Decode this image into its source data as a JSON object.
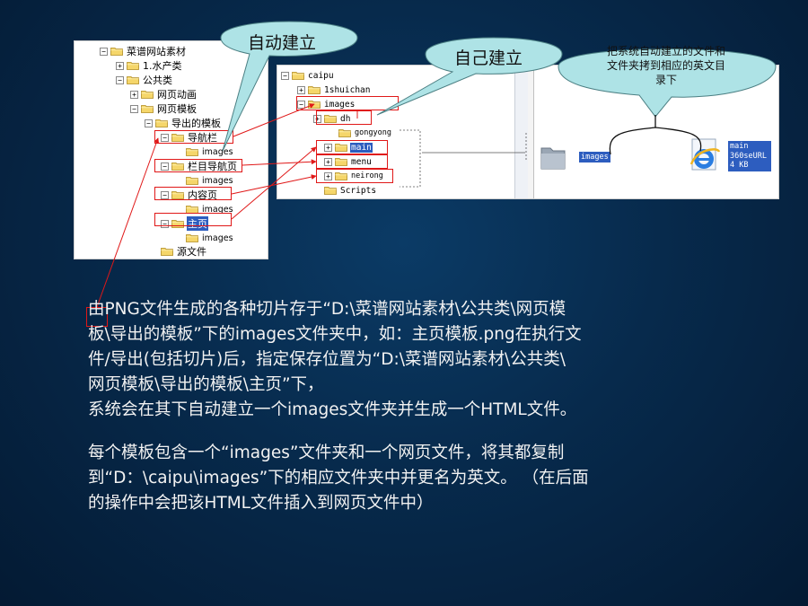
{
  "callouts": {
    "auto_build": "自动建立",
    "self_build": "自己建立",
    "copy_note": [
      "把系统自动建立的文件和",
      "文件夹拷到相应的英文目",
      "录下"
    ]
  },
  "tree_left": {
    "root": "菜谱网站素材",
    "items": [
      "1.水产类",
      "公共类",
      "网页动画",
      "网页模板",
      "导出的模板",
      "导航栏",
      "images",
      "栏目导航页",
      "images",
      "内容页",
      "images",
      "主页",
      "images",
      "源文件"
    ]
  },
  "tree_right": {
    "root": "caipu",
    "items": [
      "1shuichan",
      "images",
      "dh",
      "gongyong",
      "main",
      "menu",
      "neirong",
      "Scripts"
    ]
  },
  "explorer_icons": {
    "folder_label": "images",
    "file_label": [
      "main",
      "360seURL",
      "4 KB"
    ]
  },
  "paragraph1": [
    "由PNG文件生成的各种切片存于“D:\\菜谱网站素材\\公共类\\网页模",
    "板\\导出的模板”下的images文件夹中，如：主页模板.png在执行文",
    "件/导出(包括切片)后，指定保存位置为“D:\\菜谱网站素材\\公共类\\",
    "网页模板\\导出的模板\\主页”下，",
    "系统会在其下自动建立一个images文件夹并生成一个HTML文件。"
  ],
  "paragraph2": [
    "每个模板包含一个“images”文件夹和一个网页文件，将其都复制",
    "到“D：\\caipu\\images”下的相应文件夹中并更名为英文。 （在后面",
    "的操作中会把该HTML文件插入到网页文件中）"
  ],
  "colors": {
    "accent_red": "#e01818",
    "selection": "#2d5dbf",
    "callout_fill": "#aee3e6"
  }
}
